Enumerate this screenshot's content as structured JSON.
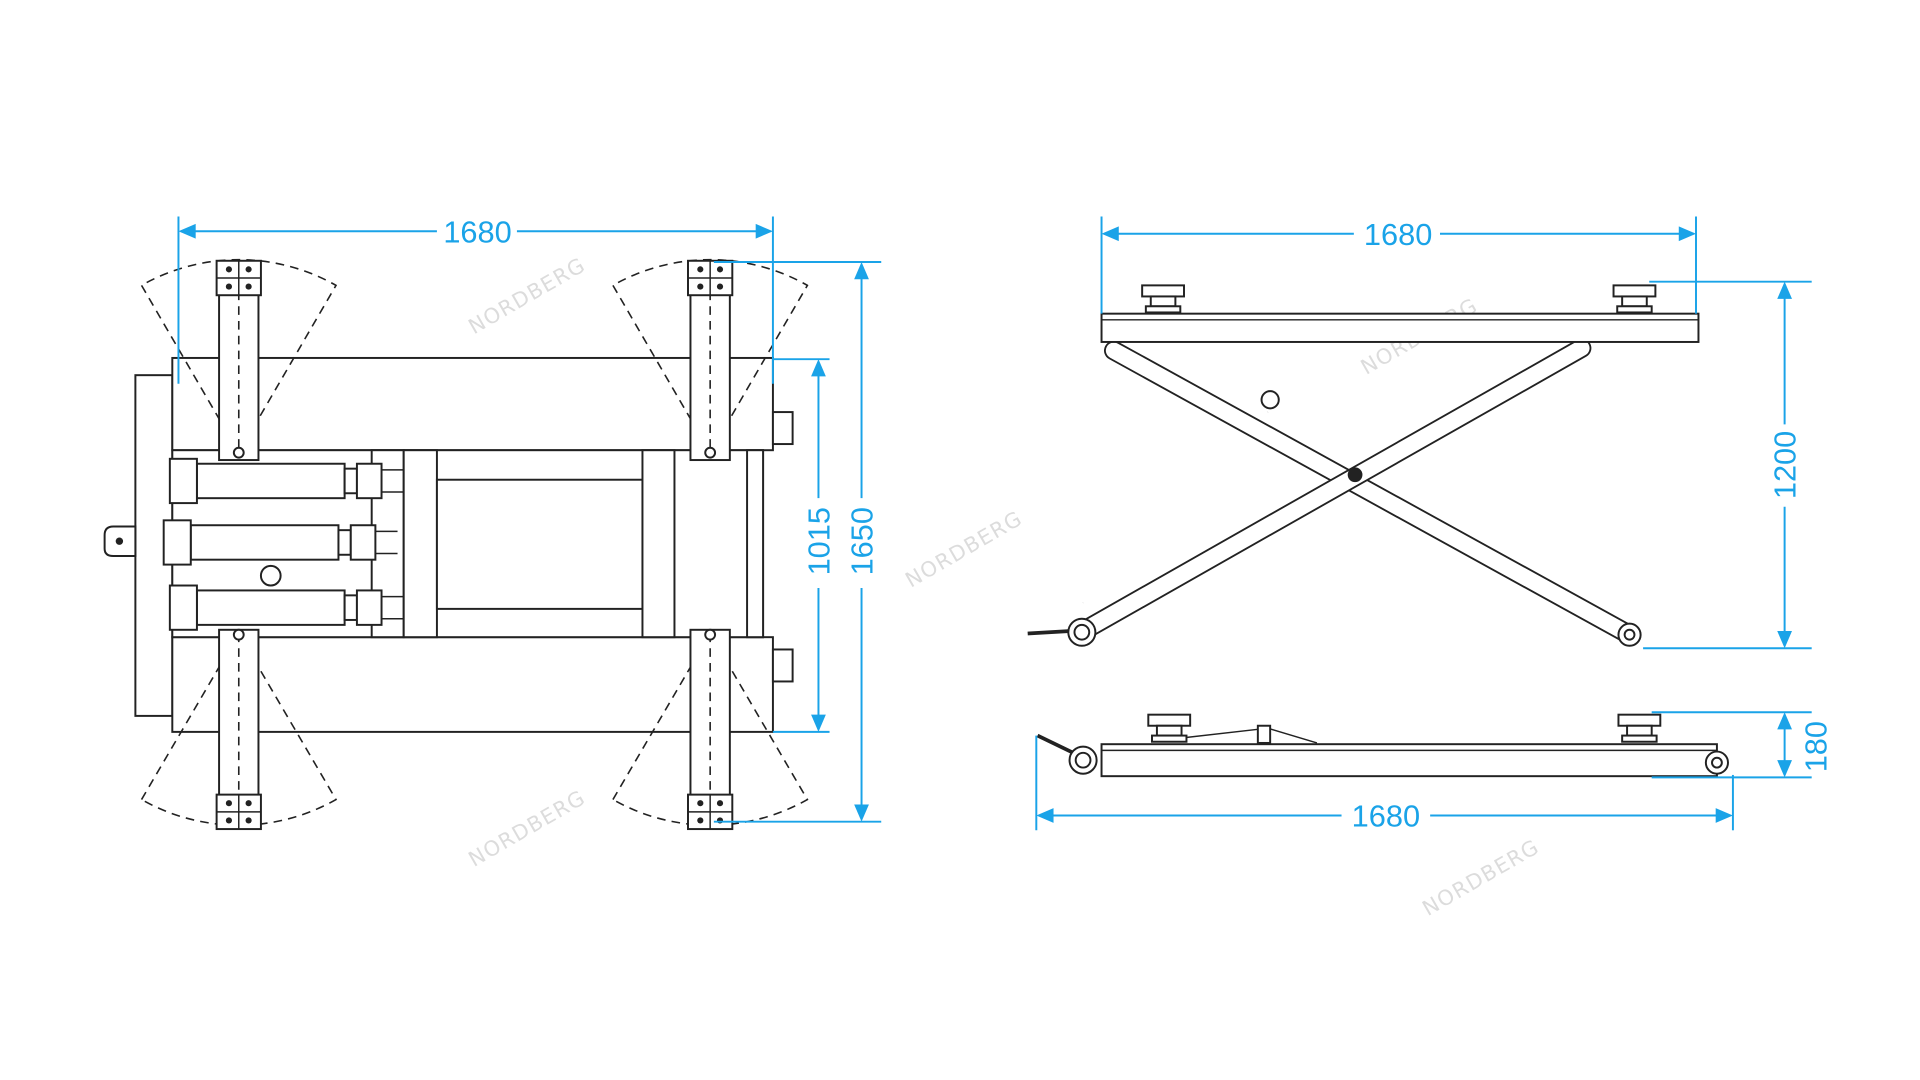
{
  "watermark": "NORDBERG",
  "colors": {
    "dimension": "#1aa3e8",
    "line": "#222222"
  },
  "top_view": {
    "width_label": "1680",
    "inner_length_label": "1015",
    "outer_length_label": "1650"
  },
  "side_view_raised": {
    "width_label": "1680",
    "height_label": "1200"
  },
  "side_view_lowered": {
    "width_label": "1680",
    "height_label": "180"
  }
}
